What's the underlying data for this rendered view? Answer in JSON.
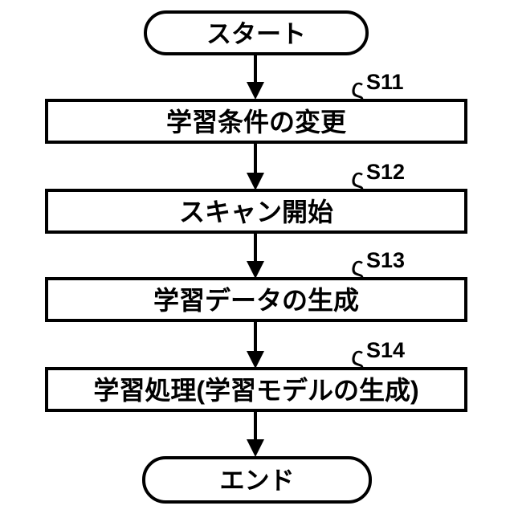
{
  "figure": {
    "type": "flowchart",
    "background_color": "#ffffff",
    "line_color": "#000000",
    "leader_glyph": "ς",
    "start_label": "スタート",
    "end_label": "エンド",
    "steps": [
      {
        "ref": "S11",
        "label": "学習条件の変更"
      },
      {
        "ref": "S12",
        "label": "スキャン開始"
      },
      {
        "ref": "S13",
        "label": "学習データの生成"
      },
      {
        "ref": "S14",
        "label": "学習処理(学習モデルの生成)"
      }
    ]
  }
}
